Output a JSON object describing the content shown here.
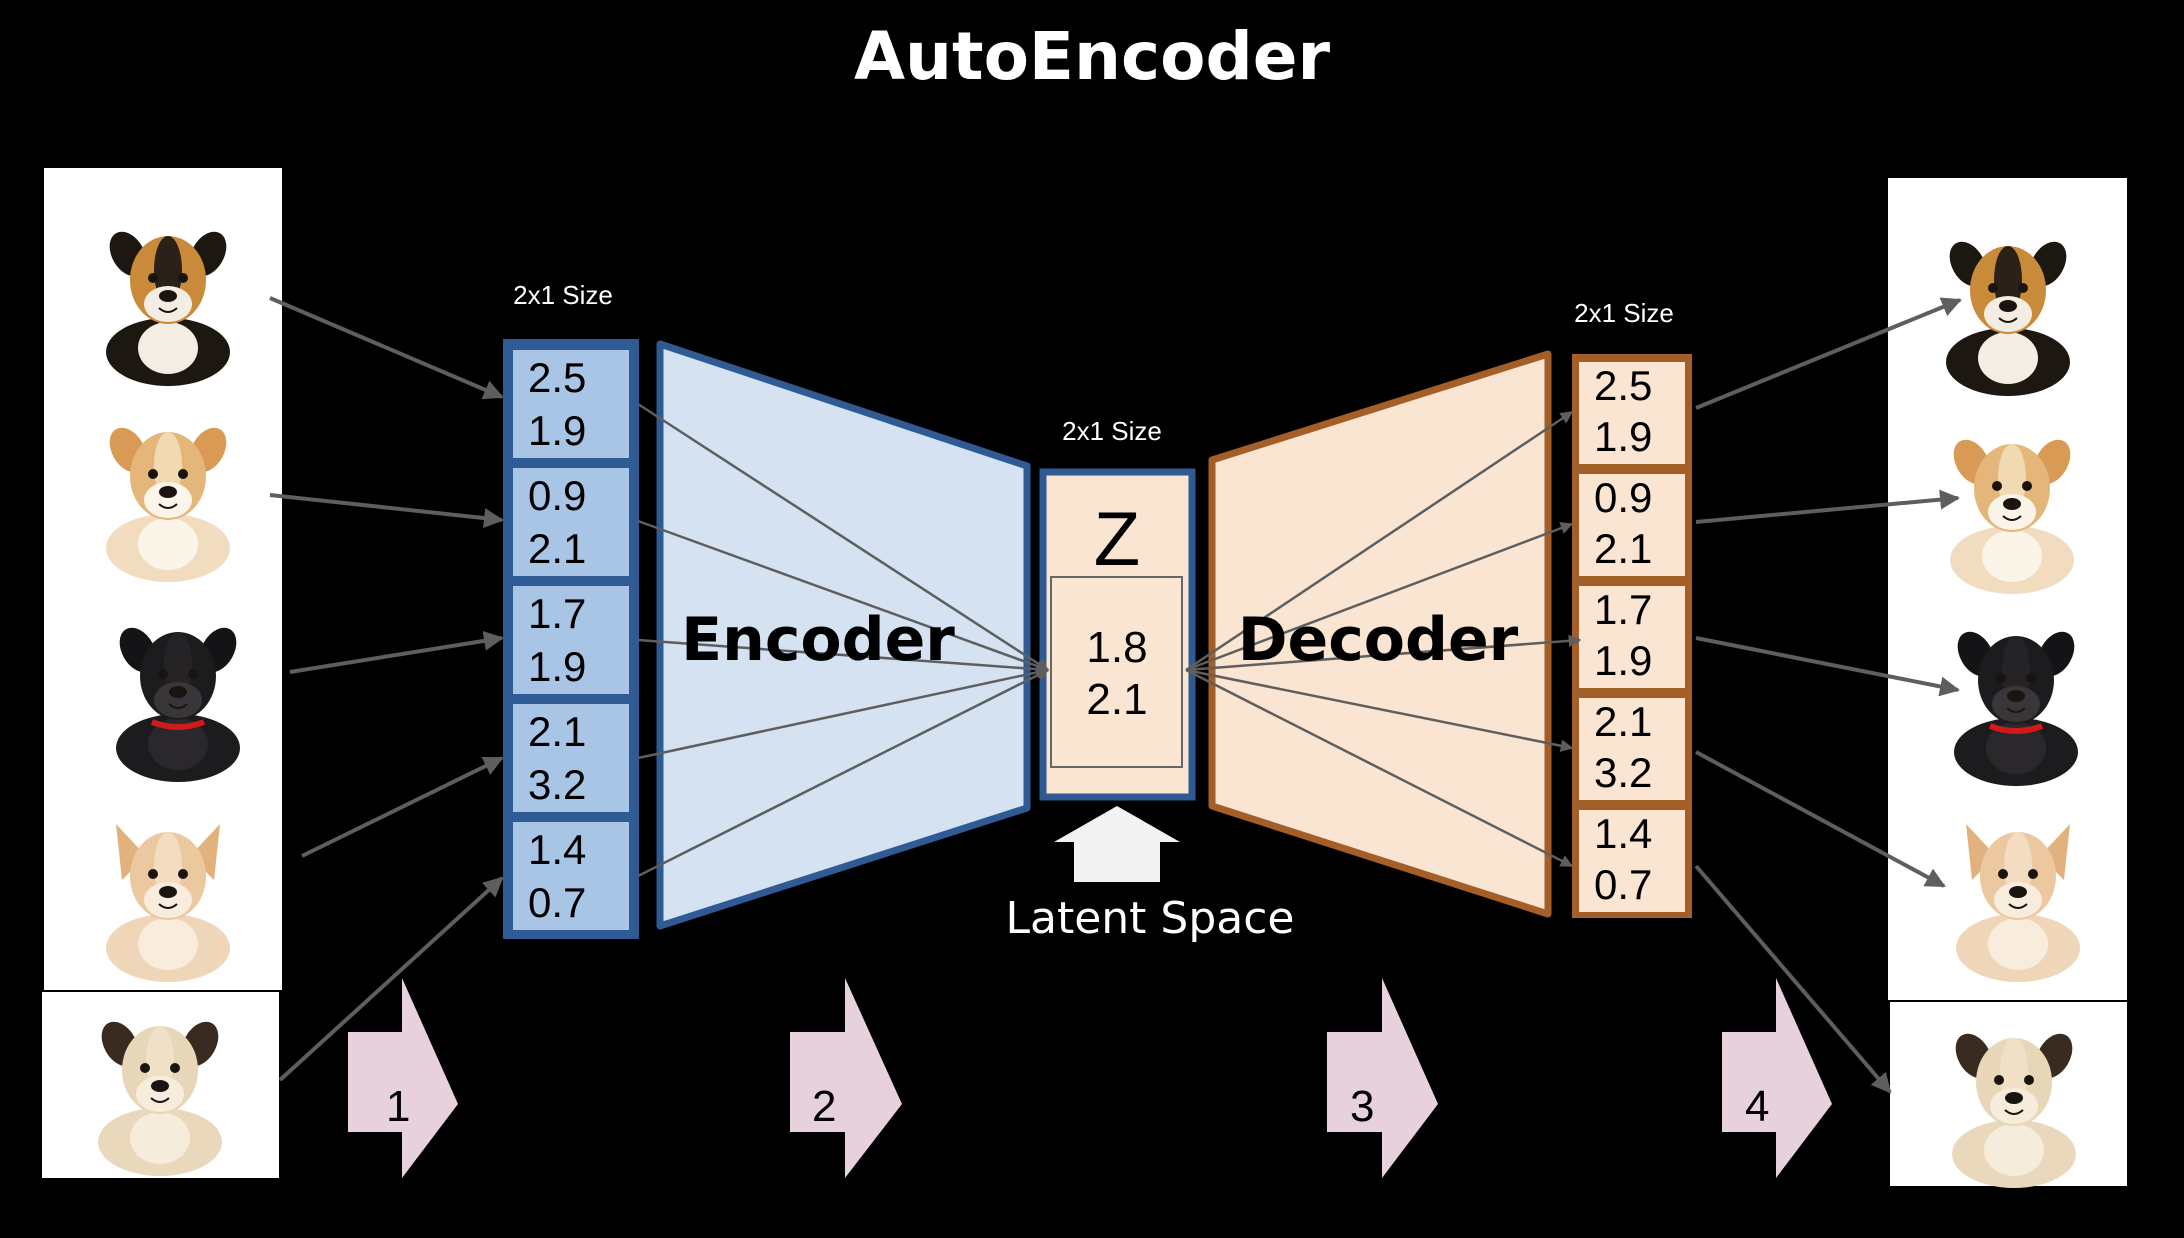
{
  "title": "AutoEncoder",
  "encoder": {
    "size_label": "2x1 Size",
    "label": "Encoder",
    "vectors": [
      [
        "2.5",
        "1.9"
      ],
      [
        "0.9",
        "2.1"
      ],
      [
        "1.7",
        "1.9"
      ],
      [
        "2.1",
        "3.2"
      ],
      [
        "1.4",
        "0.7"
      ]
    ]
  },
  "latent": {
    "size_label": "2x1 Size",
    "symbol": "Z",
    "values": [
      "1.8",
      "2.1"
    ],
    "caption": "Latent Space"
  },
  "decoder": {
    "size_label": "2x1 Size",
    "label": "Decoder",
    "vectors": [
      [
        "2.5",
        "1.9"
      ],
      [
        "0.9",
        "2.1"
      ],
      [
        "1.7",
        "1.9"
      ],
      [
        "2.1",
        "3.2"
      ],
      [
        "1.4",
        "0.7"
      ]
    ]
  },
  "steps": [
    "1",
    "2",
    "3",
    "4"
  ],
  "input_images": [
    "dog-tricolor-photo",
    "dog-tan-white-photo",
    "dog-black-red-collar-photo",
    "dog-chihuahua-photo",
    "dog-bulldog-photo"
  ],
  "output_images": [
    "dog-tricolor-photo",
    "dog-tan-white-photo",
    "dog-black-red-collar-photo",
    "dog-chihuahua-photo",
    "dog-bulldog-photo"
  ],
  "colors": {
    "background": "#000000",
    "encoder_fill": "#d4e2f1",
    "encoder_stroke": "#2f5a94",
    "encoder_cell": "#a8c5e6",
    "decoder_fill": "#f9e5d1",
    "decoder_stroke": "#a45e27",
    "latent_fill": "#f9e5d1",
    "step_arrow": "#e6d1dc",
    "connector": "#5e5e5e"
  }
}
